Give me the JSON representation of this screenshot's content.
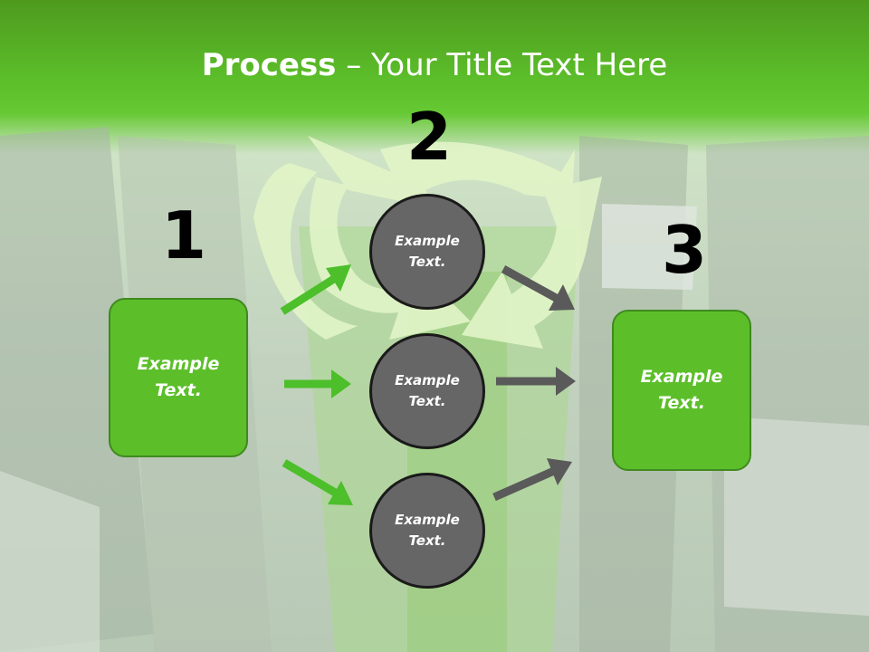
{
  "title": {
    "bold": "Process",
    "rest": " – Your Title Text Here"
  },
  "steps": [
    "1",
    "2",
    "3"
  ],
  "left_box": {
    "text": "Example Text."
  },
  "right_box": {
    "text": "Example Text."
  },
  "circles": [
    {
      "text": "Example Text."
    },
    {
      "text": "Example Text."
    },
    {
      "text": "Example Text."
    }
  ],
  "colors": {
    "green": "#5cbf2a",
    "gray": "#666666",
    "cycle": "#e2f5c8",
    "arrow_green": "#4cbf2a",
    "arrow_gray": "#5a5a5a"
  },
  "icons": [
    "cycle-arrow-icon",
    "right-arrow-icon"
  ]
}
